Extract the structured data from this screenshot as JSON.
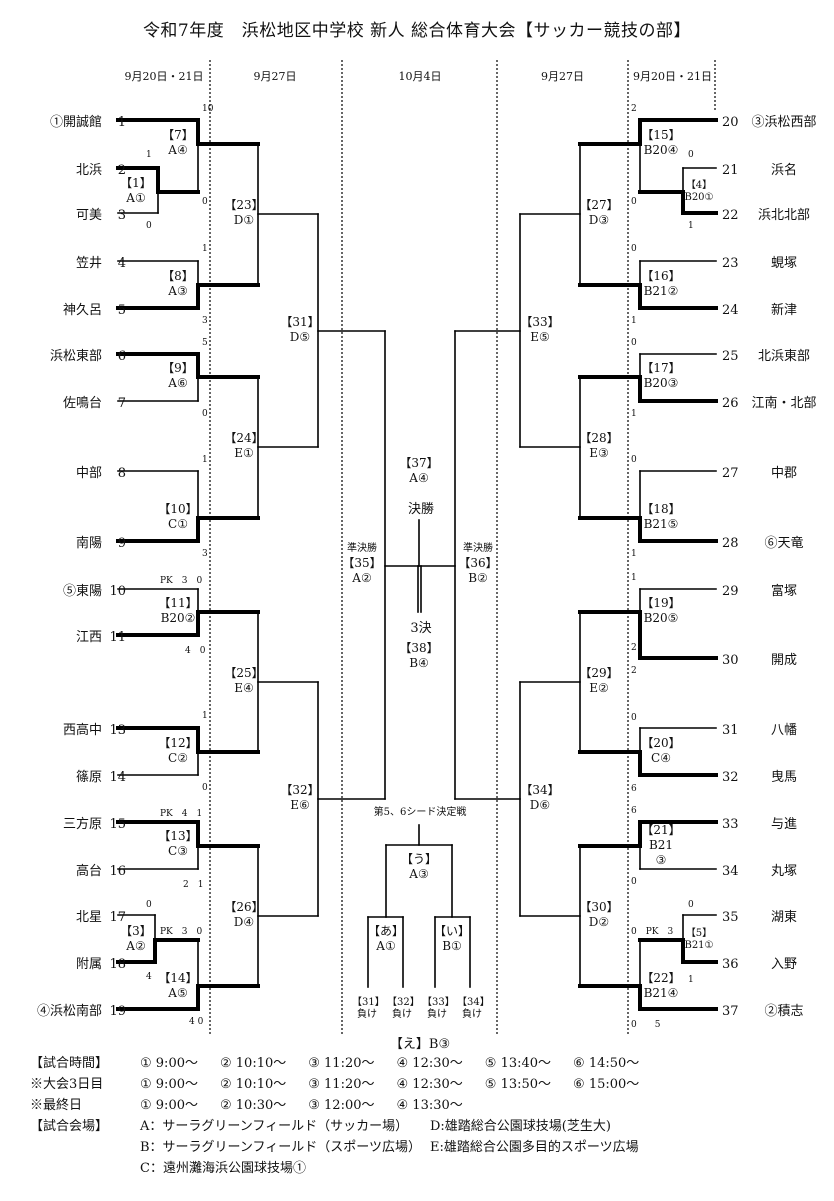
{
  "title": "令和7年度　浜松地区中学校 新人 総合体育大会【サッカー競技の部】",
  "dates": [
    "9月20日・21日",
    "9月27日",
    "10月4日",
    "9月27日",
    "9月20日・21日"
  ],
  "left_teams": [
    {
      "no": "1",
      "name": "①開誠館"
    },
    {
      "no": "2",
      "name": "北浜"
    },
    {
      "no": "3",
      "name": "可美"
    },
    {
      "no": "4",
      "name": "笠井"
    },
    {
      "no": "5",
      "name": "神久呂"
    },
    {
      "no": "6",
      "name": "浜松東部"
    },
    {
      "no": "7",
      "name": "佐鳴台"
    },
    {
      "no": "8",
      "name": "中部"
    },
    {
      "no": "9",
      "name": "南陽"
    },
    {
      "no": "10",
      "name": "⑤東陽"
    },
    {
      "no": "11",
      "name": "江西"
    },
    {
      "no": "13",
      "name": "西高中"
    },
    {
      "no": "14",
      "name": "篠原"
    },
    {
      "no": "15",
      "name": "三方原"
    },
    {
      "no": "16",
      "name": "高台"
    },
    {
      "no": "17",
      "name": "北星"
    },
    {
      "no": "18",
      "name": "附属"
    },
    {
      "no": "19",
      "name": "④浜松南部"
    }
  ],
  "right_teams": [
    {
      "no": "20",
      "name": "③浜松西部"
    },
    {
      "no": "21",
      "name": "浜名"
    },
    {
      "no": "22",
      "name": "浜北北部"
    },
    {
      "no": "23",
      "name": "蜆塚"
    },
    {
      "no": "24",
      "name": "新津"
    },
    {
      "no": "25",
      "name": "北浜東部"
    },
    {
      "no": "26",
      "name": "江南・北部"
    },
    {
      "no": "27",
      "name": "中郡"
    },
    {
      "no": "28",
      "name": "⑥天竜"
    },
    {
      "no": "29",
      "name": "富塚"
    },
    {
      "no": "30",
      "name": "開成"
    },
    {
      "no": "31",
      "name": "八幡"
    },
    {
      "no": "32",
      "name": "曳馬"
    },
    {
      "no": "33",
      "name": "与進"
    },
    {
      "no": "34",
      "name": "丸塚"
    },
    {
      "no": "35",
      "name": "湖東"
    },
    {
      "no": "36",
      "name": "入野"
    },
    {
      "no": "37",
      "name": "②積志"
    }
  ],
  "matches": {
    "m1": {
      "id": "【1】",
      "venue": "A①"
    },
    "m3": {
      "id": "【3】",
      "venue": "A②"
    },
    "m4": {
      "id": "【4】",
      "venue": "B20①"
    },
    "m5": {
      "id": "【5】",
      "venue": "B21①"
    },
    "m7": {
      "id": "【7】",
      "venue": "A④"
    },
    "m8": {
      "id": "【8】",
      "venue": "A③"
    },
    "m9": {
      "id": "【9】",
      "venue": "A⑥"
    },
    "m10": {
      "id": "【10】",
      "venue": "C①"
    },
    "m11": {
      "id": "【11】",
      "venue": "B20②"
    },
    "m12": {
      "id": "【12】",
      "venue": "C②"
    },
    "m13": {
      "id": "【13】",
      "venue": "C③"
    },
    "m14": {
      "id": "【14】",
      "venue": "A⑤"
    },
    "m15": {
      "id": "【15】",
      "venue": "B20④"
    },
    "m16": {
      "id": "【16】",
      "venue": "B21②"
    },
    "m17": {
      "id": "【17】",
      "venue": "B20③"
    },
    "m18": {
      "id": "【18】",
      "venue": "B21⑤"
    },
    "m19": {
      "id": "【19】",
      "venue": "B20⑤"
    },
    "m20": {
      "id": "【20】",
      "venue": "C④"
    },
    "m21": {
      "id": "【21】",
      "venue": "B21",
      "venue2": "③"
    },
    "m22": {
      "id": "【22】",
      "venue": "B21④"
    },
    "m23": {
      "id": "【23】",
      "venue": "D①"
    },
    "m24": {
      "id": "【24】",
      "venue": "E①"
    },
    "m25": {
      "id": "【25】",
      "venue": "E④"
    },
    "m26": {
      "id": "【26】",
      "venue": "D④"
    },
    "m27": {
      "id": "【27】",
      "venue": "D③"
    },
    "m28": {
      "id": "【28】",
      "venue": "E③"
    },
    "m29": {
      "id": "【29】",
      "venue": "E②"
    },
    "m30": {
      "id": "【30】",
      "venue": "D②"
    },
    "m31": {
      "id": "【31】",
      "venue": "D⑤"
    },
    "m32": {
      "id": "【32】",
      "venue": "E⑥"
    },
    "m33": {
      "id": "【33】",
      "venue": "E⑤"
    },
    "m34": {
      "id": "【34】",
      "venue": "D⑥"
    },
    "m35": {
      "label": "準決勝",
      "id": "【35】",
      "venue": "A②"
    },
    "m36": {
      "label": "準決勝",
      "id": "【36】",
      "venue": "B②"
    },
    "m37": {
      "id": "【37】",
      "venue": "A④"
    },
    "m38": {
      "id": "【38】",
      "venue": "B④"
    },
    "ma": {
      "id": "【あ】",
      "venue": "A①"
    },
    "mi": {
      "id": "【い】",
      "venue": "B①"
    },
    "mu": {
      "id": "【う】",
      "venue": "A③"
    },
    "me": {
      "text": "【え】B③"
    }
  },
  "labels": {
    "final": "決勝",
    "third_place": "3決",
    "seed_playoff": "第5、6シード決定戦",
    "losers": [
      {
        "id": "【31】",
        "text": "負け"
      },
      {
        "id": "【32】",
        "text": "負け"
      },
      {
        "id": "【33】",
        "text": "負け"
      },
      {
        "id": "【34】",
        "text": "負け"
      }
    ]
  },
  "scores": {
    "s_l1": "10",
    "s_l2": "1",
    "s_l3": "0",
    "s_l4": "0",
    "s_l5": "1",
    "s_l6": "3",
    "s_l7": "5",
    "s_l8": "0",
    "s_l9": "1",
    "s_l10": "3",
    "s_l11": "PK　3　0",
    "s_l12": "4　0",
    "s_l13": "1",
    "s_l14": "0",
    "s_l15": "PK　4　1",
    "s_l16": "2　1",
    "s_l17": "0",
    "s_l18": "PK　3　0",
    "s_l19": "4",
    "s_l20": "4 0",
    "s_r1": "2",
    "s_r2": "0",
    "s_r3": "0",
    "s_r4": "1",
    "s_r5": "0",
    "s_r6": "1",
    "s_r7": "0",
    "s_r8": "1",
    "s_r9": "1",
    "s_r10": "2",
    "s_r11": "1",
    "s_r12": "2",
    "s_r13": "0",
    "s_r14": "6",
    "s_r15": "6",
    "s_r16": "0",
    "s_r17": "0",
    "s_r18": "0　PK　3",
    "s_r19": "1",
    "s_r20": "0　　5"
  },
  "footer": {
    "time_header": "【試合時間】",
    "times": [
      "①  9:00～",
      "②  10:10～",
      "③  11:20～",
      "④  12:30～",
      "⑤  13:40～",
      "⑥  14:50～"
    ],
    "day3_header": "※大会3日目",
    "day3_times": [
      "①  9:00～",
      "②  10:10～",
      "③  11:20～",
      "④  12:30～",
      "⑤  13:50～",
      "⑥  15:00～"
    ],
    "final_header": "※最終日",
    "final_times": [
      "①  9:00～",
      "②  10:30～",
      "③  12:00～",
      "④  13:30～"
    ],
    "venue_header": "【試合会場】",
    "venues": {
      "A": "A：サーラグリーンフィールド（サッカー場）",
      "B": "B：サーラグリーンフィールド（スポーツ広場）",
      "C": "C：遠州灘海浜公園球技場①",
      "D": "D:雄踏総合公園球技場(芝生大)",
      "E": "E:雄踏総合公園多目的スポーツ広場"
    }
  }
}
